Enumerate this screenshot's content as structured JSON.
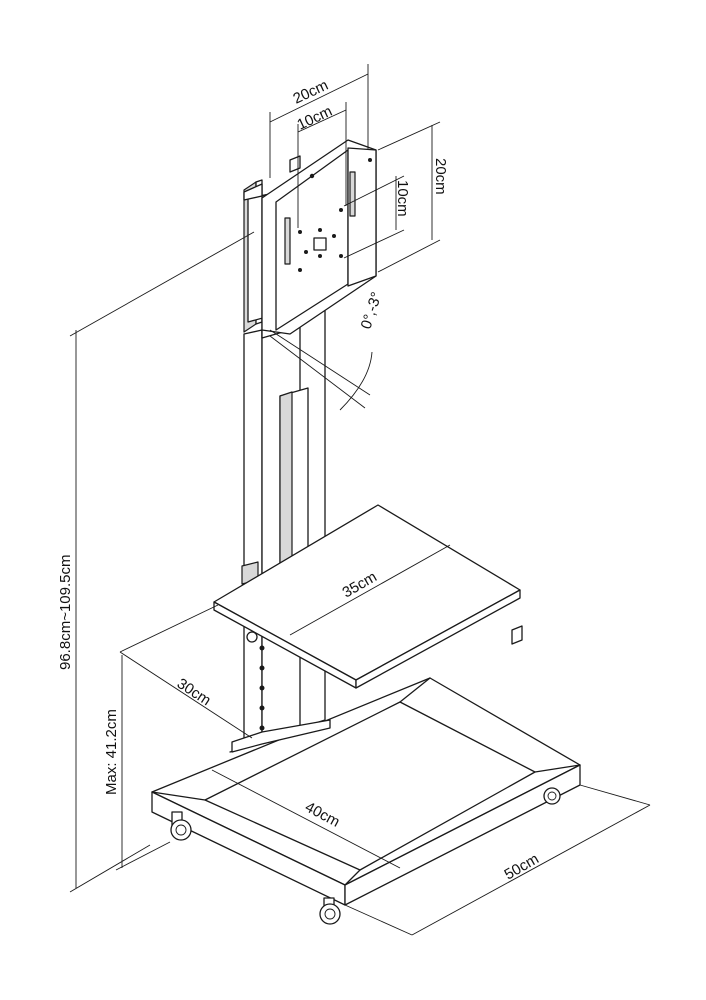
{
  "dimensions": {
    "vesa_width_outer": "20cm",
    "vesa_width_inner": "10cm",
    "vesa_height_outer": "20cm",
    "vesa_height_inner": "10cm",
    "tilt": "0°,-3°",
    "overall_height": "96.8cm~109.5cm",
    "shelf_width": "35cm",
    "shelf_depth": "30cm",
    "shelf_max_height": "Max: 41.2cm",
    "base_inner": "40cm",
    "base_outer": "50cm"
  },
  "colors": {
    "line": "#1a1a1a",
    "background": "#ffffff",
    "accent": "#d9d9d9"
  }
}
